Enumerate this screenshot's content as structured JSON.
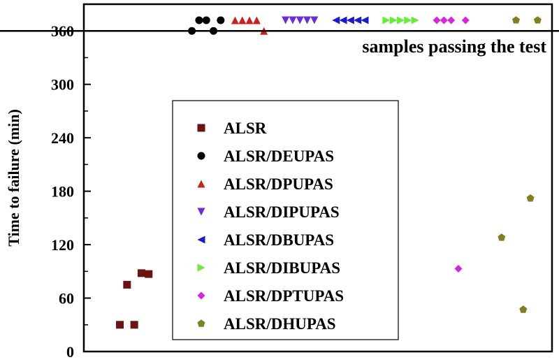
{
  "chart_data": {
    "type": "scatter",
    "ylabel": "Time to failure (min)",
    "xlabel": "",
    "ylim": [
      0,
      390
    ],
    "yticks": [
      "0",
      "60",
      "120",
      "180",
      "240",
      "300",
      "360"
    ],
    "x_ticks_shown": false,
    "legend_placement": "center-left",
    "reference_line": {
      "y": 360,
      "label": "samples passing the test"
    },
    "series": [
      {
        "name": "ALSR",
        "marker": "square",
        "color": "#6b1212",
        "points": [
          [
            1.0,
            30
          ],
          [
            1.1,
            75
          ],
          [
            1.2,
            30
          ],
          [
            1.3,
            88
          ],
          [
            1.4,
            87
          ]
        ]
      },
      {
        "name": "ALSR/DEUPAS",
        "marker": "circle",
        "color": "#000000",
        "points": [
          [
            2.0,
            360
          ],
          [
            2.1,
            372
          ],
          [
            2.2,
            372
          ],
          [
            2.3,
            360
          ],
          [
            2.4,
            372
          ]
        ]
      },
      {
        "name": "ALSR/DPUPAS",
        "marker": "triangle-up",
        "color": "#cc2020",
        "points": [
          [
            2.6,
            372
          ],
          [
            2.7,
            372
          ],
          [
            2.8,
            372
          ],
          [
            2.9,
            372
          ],
          [
            3.0,
            360
          ]
        ]
      },
      {
        "name": "ALSR/DIPUPAS",
        "marker": "triangle-down",
        "color": "#6b2be0",
        "points": [
          [
            3.3,
            372
          ],
          [
            3.4,
            372
          ],
          [
            3.5,
            372
          ],
          [
            3.6,
            372
          ],
          [
            3.7,
            372
          ]
        ]
      },
      {
        "name": "ALSR/DBUPAS",
        "marker": "triangle-left",
        "color": "#1a1ad0",
        "points": [
          [
            4.0,
            372
          ],
          [
            4.1,
            372
          ],
          [
            4.2,
            372
          ],
          [
            4.3,
            372
          ],
          [
            4.4,
            372
          ]
        ]
      },
      {
        "name": "ALSR/DIBUPAS",
        "marker": "triangle-right",
        "color": "#66ee33",
        "points": [
          [
            4.7,
            372
          ],
          [
            4.8,
            372
          ],
          [
            4.9,
            372
          ],
          [
            5.0,
            372
          ],
          [
            5.1,
            372
          ]
        ]
      },
      {
        "name": "ALSR/DPTUPAS",
        "marker": "diamond",
        "color": "#dd22dd",
        "points": [
          [
            5.4,
            372
          ],
          [
            5.5,
            372
          ],
          [
            5.6,
            372
          ],
          [
            5.8,
            372
          ],
          [
            5.7,
            93
          ]
        ]
      },
      {
        "name": "ALSR/DHUPAS",
        "marker": "pentagon",
        "color": "#808020",
        "points": [
          [
            6.3,
            128
          ],
          [
            6.5,
            372
          ],
          [
            6.6,
            47
          ],
          [
            6.7,
            172
          ],
          [
            6.8,
            372
          ]
        ]
      }
    ]
  }
}
